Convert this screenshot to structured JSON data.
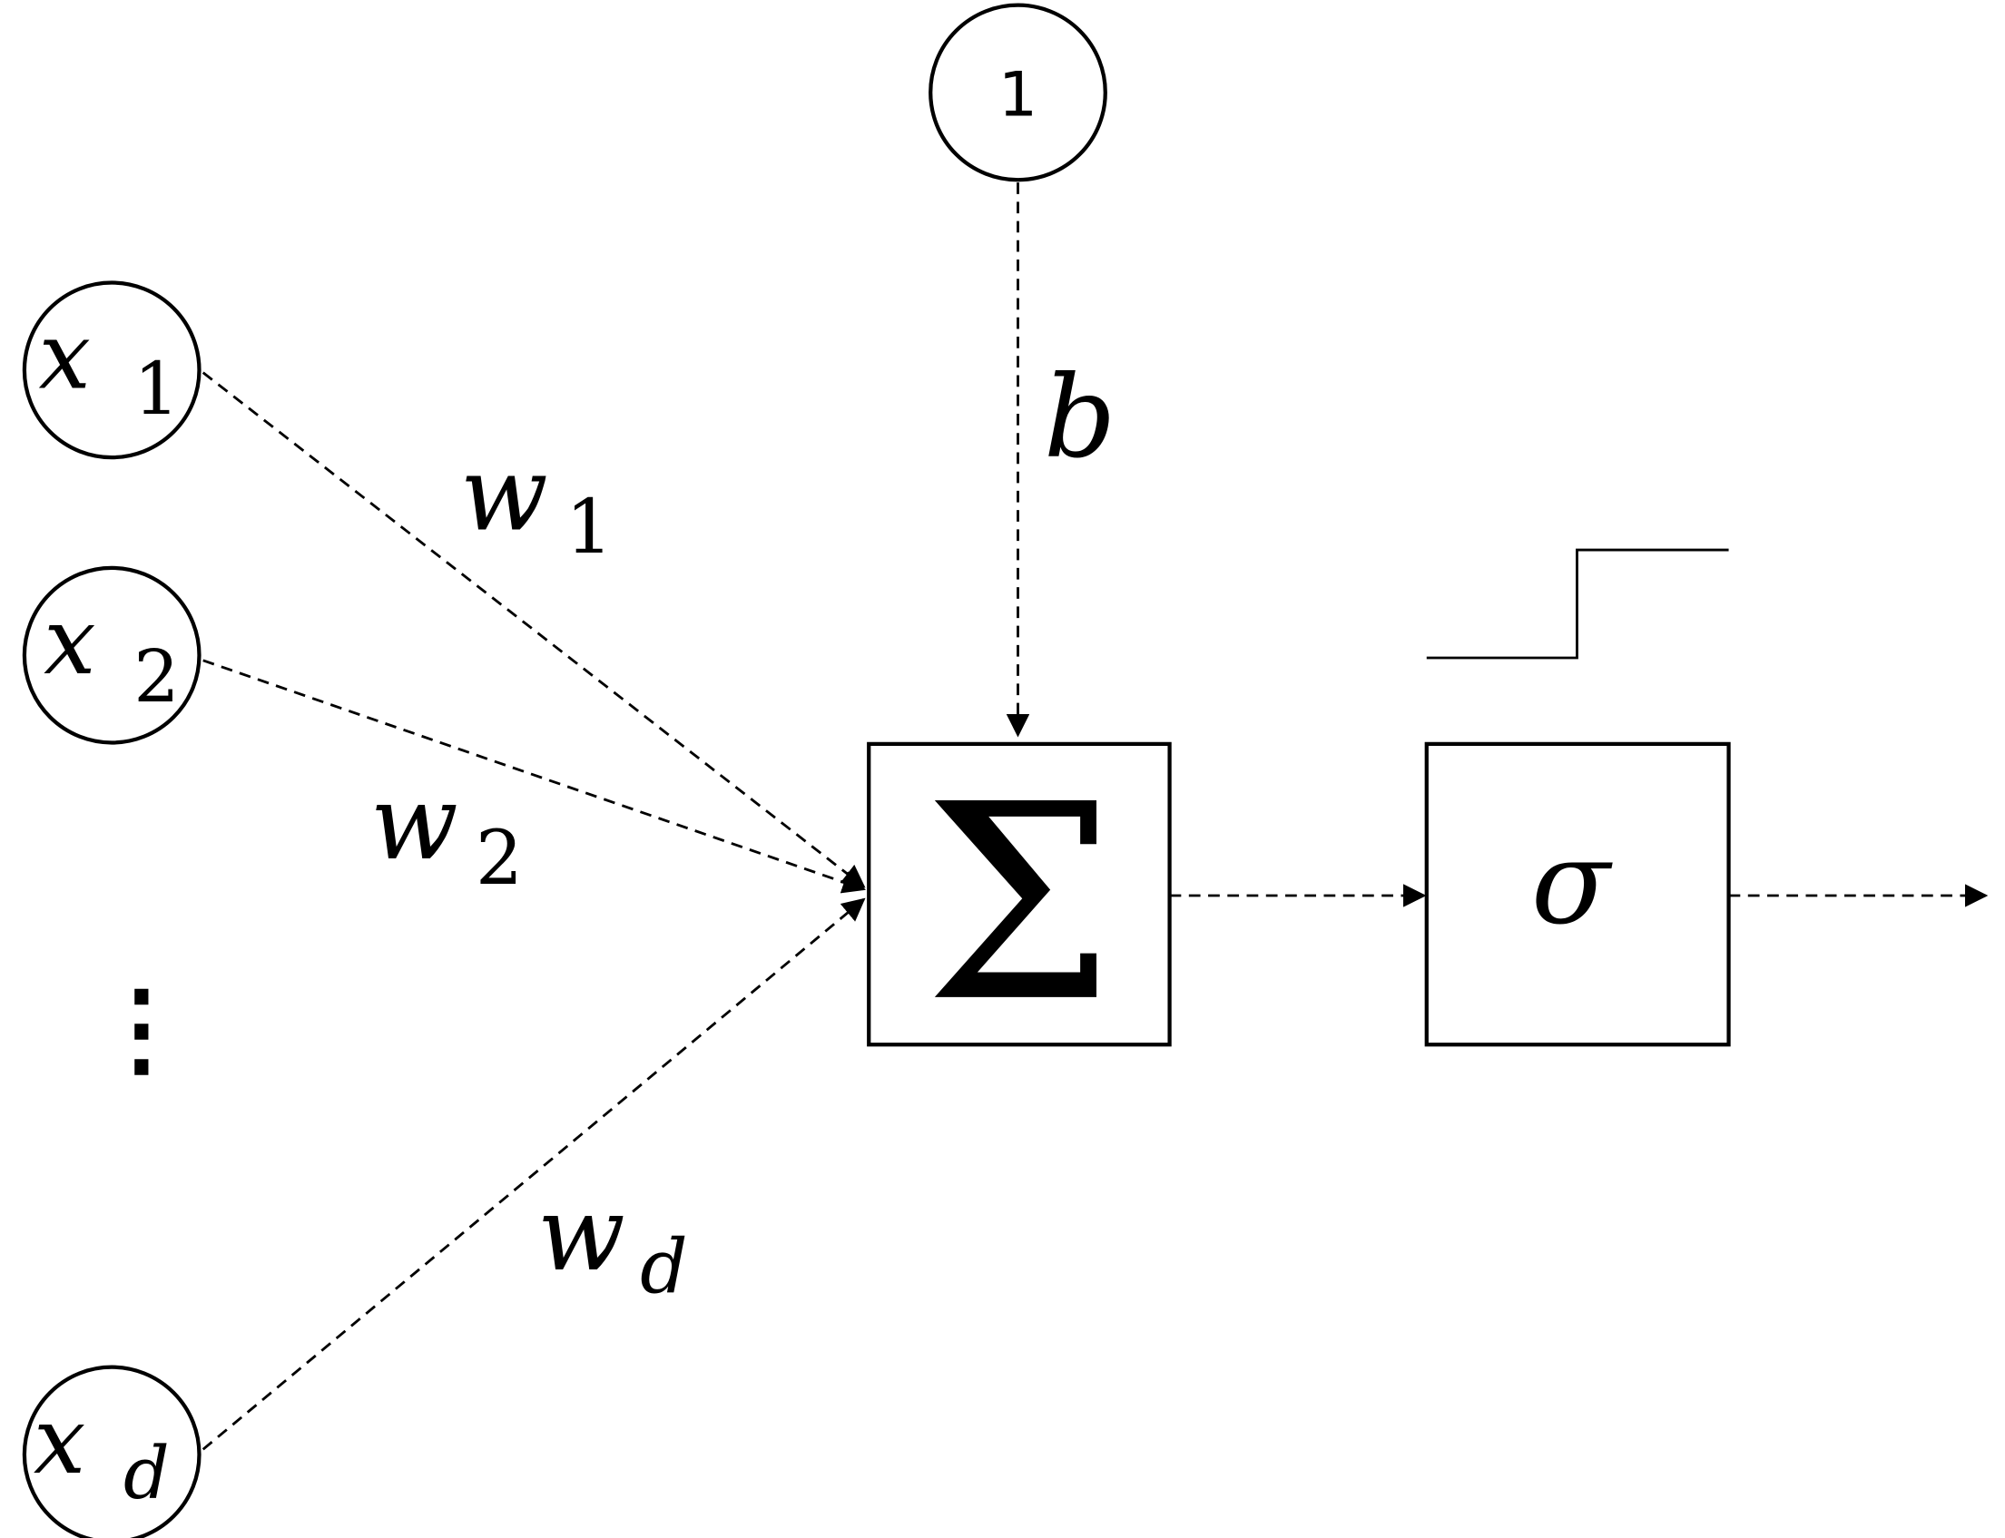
{
  "inputs": [
    {
      "var": "x",
      "sub": "1"
    },
    {
      "var": "x",
      "sub": "2"
    },
    {
      "var": "x",
      "sub": "d"
    }
  ],
  "ellipsis": "⋮",
  "weights": [
    {
      "var": "w",
      "sub": "1"
    },
    {
      "var": "w",
      "sub": "2"
    },
    {
      "var": "w",
      "sub": "d"
    }
  ],
  "bias_node": "1",
  "bias_label": "b",
  "sum_symbol": "Σ",
  "activation_symbol": "σ",
  "activation_shape": "step-function"
}
